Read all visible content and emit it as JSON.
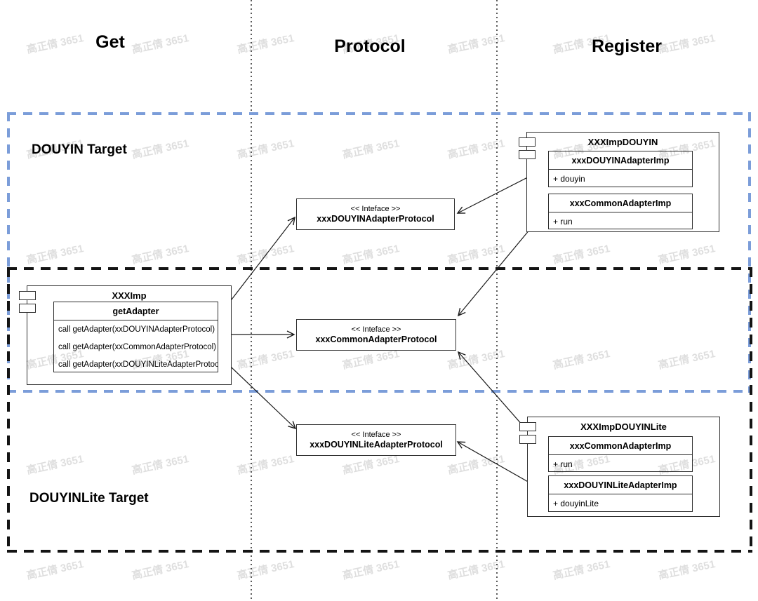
{
  "columns": [
    {
      "label": "Get"
    },
    {
      "label": "Protocol"
    },
    {
      "label": "Register"
    }
  ],
  "regions": {
    "douyin": {
      "label": "DOUYIN Target",
      "border_color": "#7b9dd9"
    },
    "douyinlite": {
      "label": "DOUYINLite Target",
      "border_color": "#141414"
    }
  },
  "components": {
    "xximp": {
      "title": "XXXImp",
      "class": {
        "title": "getAdapter",
        "rows": [
          "call getAdapter(xxDOUYINAdapterProtocol)",
          "call getAdapter(xxCommonAdapterProtocol)",
          "call getAdapter(xxDOUYINLiteAdapterProtoc"
        ]
      }
    },
    "xximp_douyin": {
      "title": "XXXImpDOUYIN",
      "classes": [
        {
          "title": "xxxDOUYINAdapterImp",
          "rows": [
            "+ douyin"
          ]
        },
        {
          "title": "xxxCommonAdapterImp",
          "rows": [
            "+ run"
          ]
        }
      ]
    },
    "xximp_douyinlite": {
      "title": "XXXImpDOUYINLite",
      "classes": [
        {
          "title": "xxxCommonAdapterImp",
          "rows": [
            "+ run"
          ]
        },
        {
          "title": "xxxDOUYINLiteAdapterImp",
          "rows": [
            "+ douyinLite"
          ]
        }
      ]
    }
  },
  "interfaces": [
    {
      "stereotype": "<< Inteface >>",
      "name": "xxxDOUYINAdapterProtocol"
    },
    {
      "stereotype": "<< Inteface >>",
      "name": "xxxCommonAdapterProtocol"
    },
    {
      "stereotype": "<< Inteface >>",
      "name": "xxxDOUYINLiteAdapterProtocol"
    }
  ],
  "watermark": {
    "text": "高正倩 3651"
  }
}
